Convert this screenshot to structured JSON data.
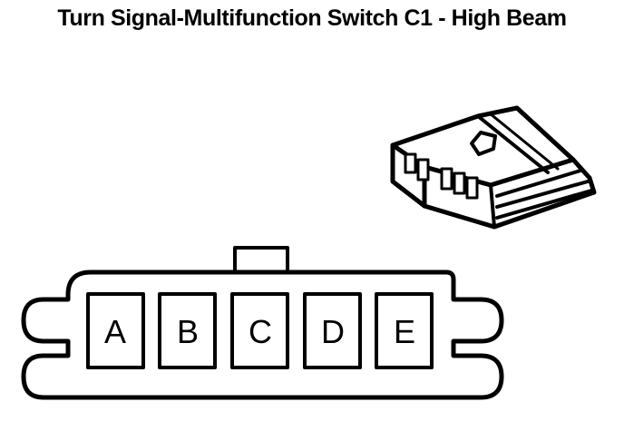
{
  "title": "Turn Signal-Multifunction Switch C1 - High Beam",
  "connector": {
    "pins": [
      {
        "label": "A"
      },
      {
        "label": "B"
      },
      {
        "label": "C"
      },
      {
        "label": "D"
      },
      {
        "label": "E"
      }
    ]
  },
  "colors": {
    "line": "#000000",
    "background": "#ffffff"
  }
}
